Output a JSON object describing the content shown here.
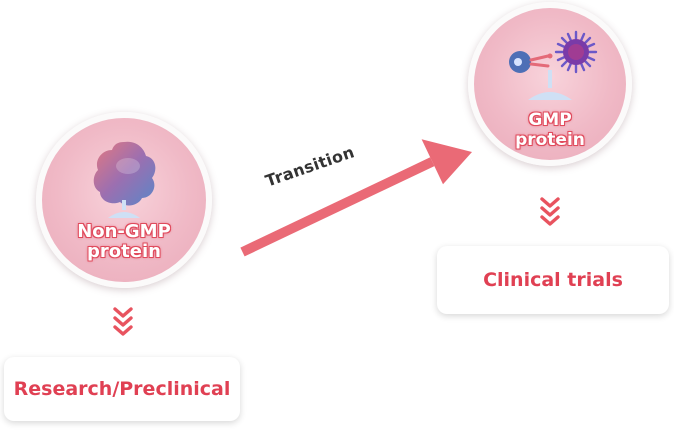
{
  "nodes": {
    "non_gmp": {
      "label_line1": "Non-GMP",
      "label_line2": "protein"
    },
    "gmp": {
      "label_line1": "GMP",
      "label_line2": "protein"
    }
  },
  "connector": {
    "label": "Transition"
  },
  "stages": {
    "research": {
      "label": "Research/Preclinical"
    },
    "clinical": {
      "label": "Clinical trials"
    }
  },
  "colors": {
    "accent": "#e04053",
    "arrow": "#ea6a76",
    "node_fill": "#f0b9c6"
  }
}
